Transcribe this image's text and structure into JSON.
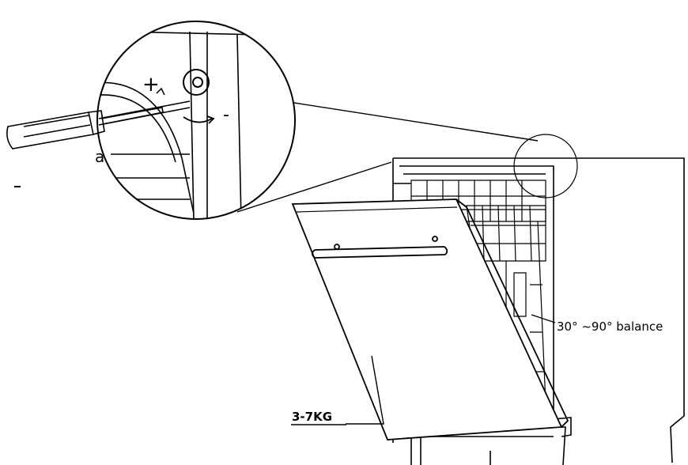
{
  "labels": {
    "screwdriver_callout": "a",
    "plus_sign": "+",
    "minus_sign": "-",
    "angle_balance": "30° ~90° balance",
    "door_weight": "3-7KG"
  },
  "colors": {
    "line": "#000000",
    "background": "#ffffff"
  },
  "icons": {
    "screwdriver": "screwdriver-icon",
    "rotation_arrow": "rotate-arrow-icon"
  }
}
